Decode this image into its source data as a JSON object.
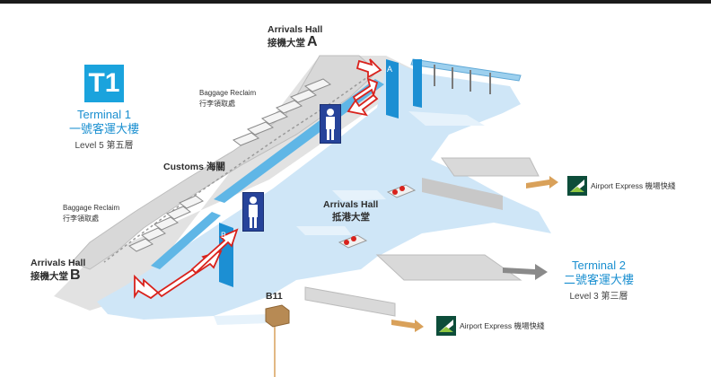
{
  "terminal1": {
    "logo": "T1",
    "name_en": "Terminal 1",
    "name_zh": "一號客運大樓",
    "level": "Level 5 第五層"
  },
  "terminal2": {
    "name_en": "Terminal 2",
    "name_zh": "二號客運大樓",
    "level": "Level 3 第三層"
  },
  "arrivals_hall_a": {
    "en": "Arrivals Hall",
    "zh": "接機大堂",
    "letter": "A"
  },
  "arrivals_hall_b": {
    "en": "Arrivals Hall",
    "zh": "接機大堂",
    "letter": "B"
  },
  "arrivals_hall_center": {
    "en": "Arrivals Hall",
    "zh": "抵港大堂"
  },
  "baggage_reclaim_top": {
    "en": "Baggage Reclaim",
    "zh": "行李領取處"
  },
  "baggage_reclaim_left": {
    "en": "Baggage Reclaim",
    "zh": "行李領取處"
  },
  "customs": {
    "en": "Customs",
    "zh": "海關"
  },
  "b11": "B11",
  "airport_express_upper": "Airport Express 機場快綫",
  "airport_express_lower": "Airport Express 機場快綫",
  "pillar_a": "A",
  "pillar_b": "B",
  "colors": {
    "floor": "#cfe6f7",
    "floor_light": "#e6f2fb",
    "accent": "#1aa3dd",
    "route_arrow": "#d9221c",
    "walkway": "#d6d6d6",
    "direction_arrow": "#d9a15a",
    "grey_arrow": "#8a8a8a"
  },
  "icons": [
    "person-icon",
    "baggage-icon",
    "airport-express-icon",
    "direction-arrow-icon"
  ]
}
